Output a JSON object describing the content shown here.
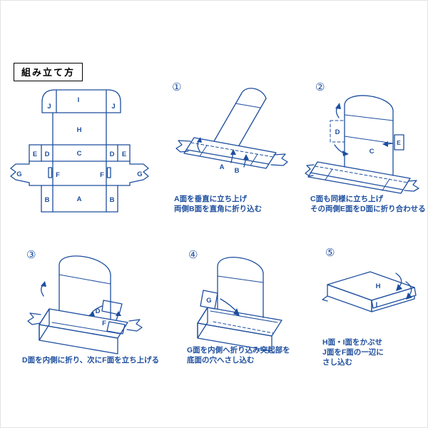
{
  "title": "組み立て方",
  "colors": {
    "line": "#1d4e9e",
    "caption": "#1d4e9e",
    "title": "#000000"
  },
  "template": {
    "labels": {
      "j1": "J",
      "i": "I",
      "j2": "J",
      "h": "H",
      "e1": "E",
      "d1": "D",
      "c": "C",
      "d2": "D",
      "e2": "E",
      "g1": "G",
      "f1": "F",
      "f2": "F",
      "g2": "G",
      "b1": "B",
      "a": "A",
      "b2": "B"
    }
  },
  "steps": [
    {
      "number": "①",
      "captions": [
        "A面を垂直に立ち上げ",
        "両側B面を直角に折り込む"
      ],
      "labels": {
        "a": "A",
        "b": "B"
      }
    },
    {
      "number": "②",
      "captions": [
        "C面も同様に立ち上げ",
        "その両側E面をD面に折り合わせる"
      ],
      "labels": {
        "d": "D",
        "c": "C",
        "e": "E"
      }
    },
    {
      "number": "③",
      "captions": [
        "D面を内側に折り、次にF面を立ち上げる"
      ],
      "labels": {
        "d": "D",
        "f": "F"
      }
    },
    {
      "number": "④",
      "captions": [
        "G面を内側へ折り込み突起部を",
        "底面の穴へさし込む"
      ],
      "labels": {
        "g": "G"
      }
    },
    {
      "number": "⑤",
      "captions": [
        "H面・I面をかぶせ",
        "J面をF面の一辺に",
        "さし込む"
      ],
      "labels": {
        "h": "H",
        "i": "I"
      }
    }
  ]
}
